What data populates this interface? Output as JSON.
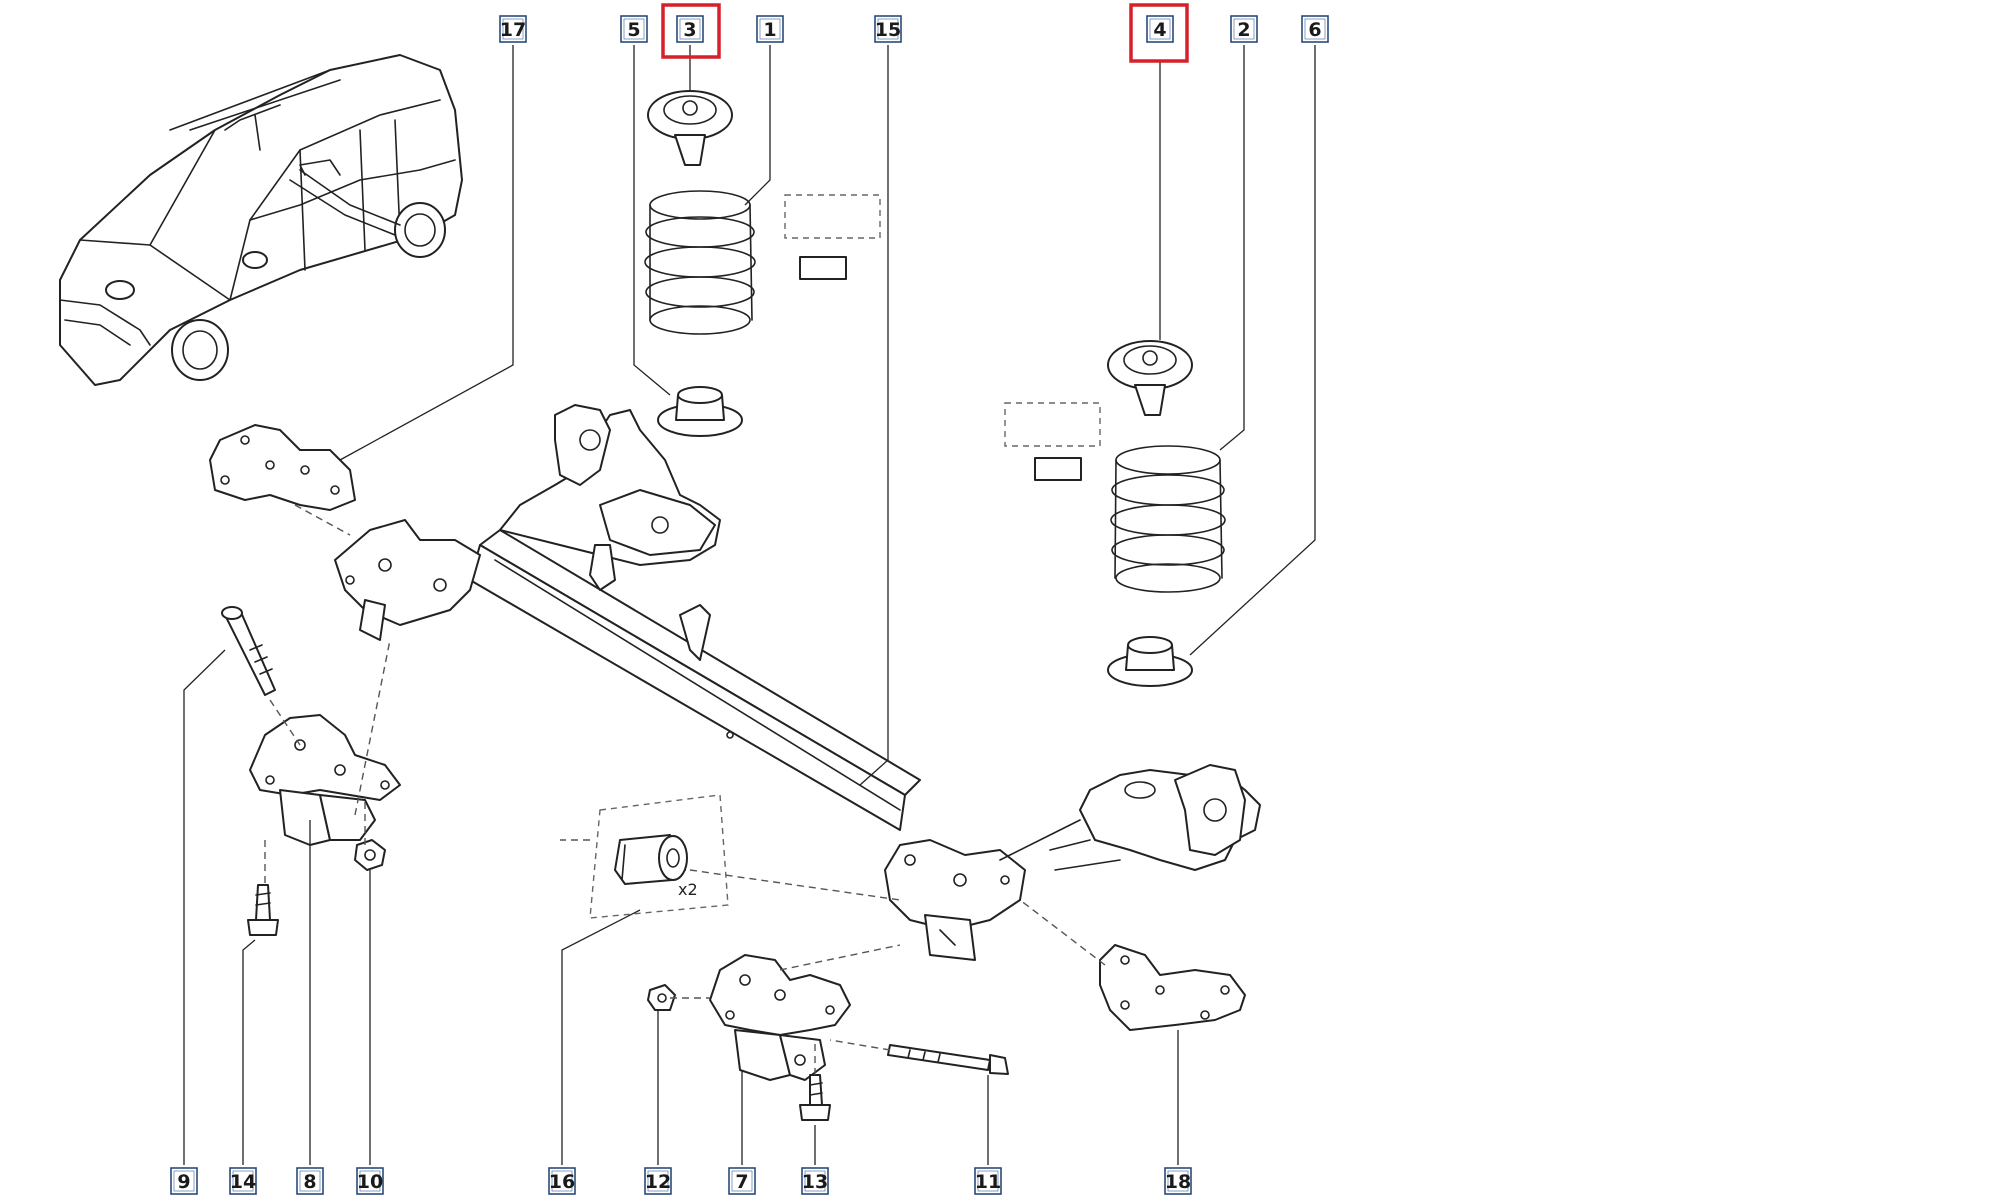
{
  "diagram": {
    "callouts": [
      "17",
      "5",
      "3",
      "1",
      "15",
      "4",
      "2",
      "6",
      "9",
      "14",
      "8",
      "10",
      "16",
      "12",
      "7",
      "13",
      "11",
      "18"
    ],
    "highlighted": [
      "3",
      "4"
    ],
    "quantity_note": "x2",
    "colors": {
      "highlight": "#d6202a",
      "label_border": "#2a4a7a",
      "line": "#222222"
    }
  }
}
